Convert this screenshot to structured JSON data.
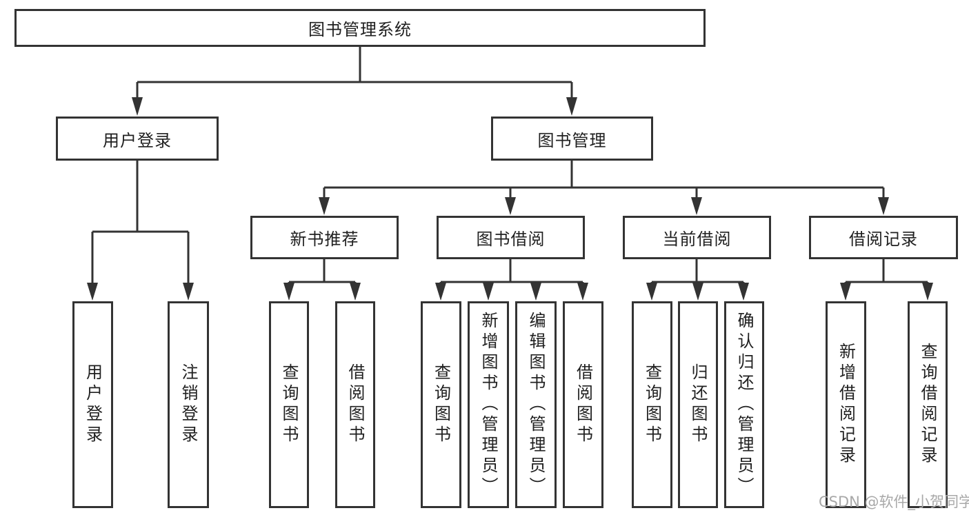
{
  "diagram": {
    "title": "图书管理系统",
    "level1": {
      "login": "用户登录",
      "management": "图书管理"
    },
    "level2": {
      "recommend": "新书推荐",
      "borrow": "图书借阅",
      "current": "当前借阅",
      "records": "借阅记录"
    },
    "leaves": {
      "login": [
        "用户登录",
        "注销登录"
      ],
      "recommend": [
        "查询图书",
        "借阅图书"
      ],
      "borrow": [
        "查询图书",
        "新增图书（管理员）",
        "编辑图书（管理员）",
        "借阅图书"
      ],
      "current": [
        "查询图书",
        "归还图书",
        "确认归还（管理员）"
      ],
      "records": [
        "新增借阅记录",
        "查询借阅记录"
      ]
    }
  },
  "watermark": "CSDN @软件_小贺同学",
  "colors": {
    "line": "#333333",
    "text": "#1f1f1f",
    "watermark": "#a8a8a8",
    "background": "#ffffff"
  }
}
